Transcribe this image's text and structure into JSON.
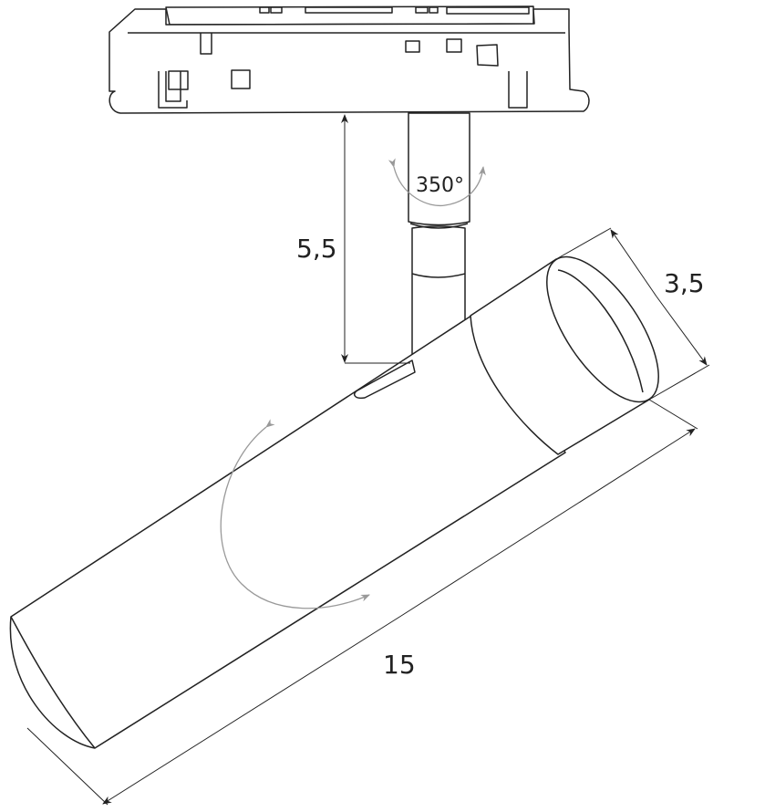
{
  "dimensions": {
    "stem_height": "5,5",
    "head_diameter": "3,5",
    "body_length": "15",
    "rotation_angle": "350°"
  },
  "colors": {
    "line": "#222222",
    "rotation_arrow": "#999999"
  }
}
